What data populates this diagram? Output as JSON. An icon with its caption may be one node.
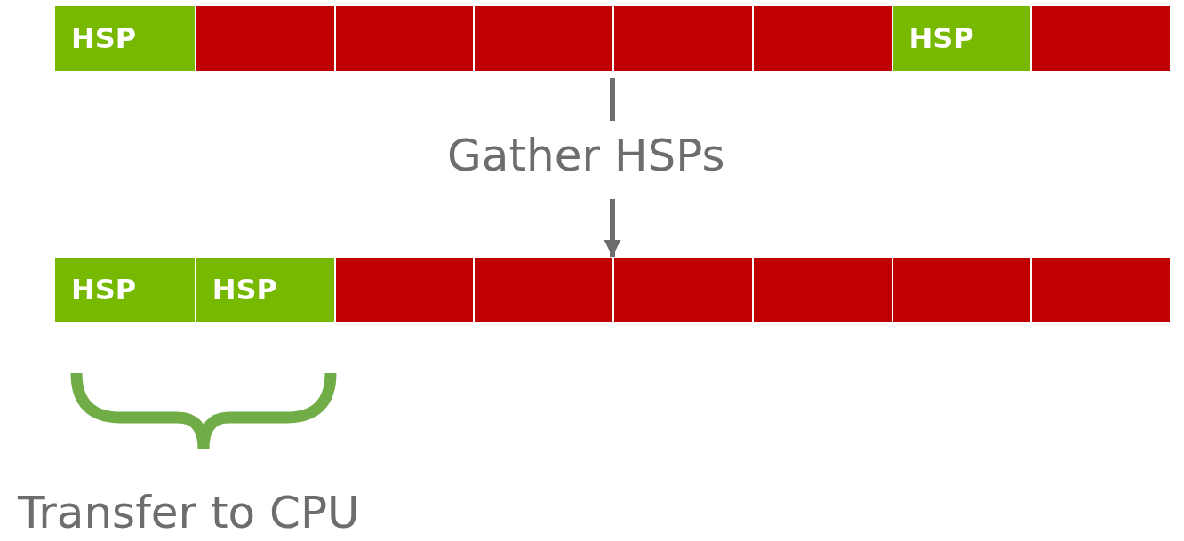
{
  "diagram": {
    "nodes": [
      {
        "text": [],
        "shape": "bar"
      },
      {
        "text": [
          "HSP"
        ],
        "in": 0
      },
      {
        "text": [],
        "shape": "box",
        "in": 0
      },
      {
        "text": [],
        "shape": "box",
        "in": 0
      },
      {
        "text": [],
        "shape": "box",
        "in": 0
      },
      {
        "text": [],
        "shape": "box",
        "in": 0
      },
      {
        "text": [],
        "shape": "box",
        "in": 0
      },
      {
        "text": [
          "HSP"
        ],
        "in": 0
      },
      {
        "text": [],
        "shape": "box",
        "in": 0
      },
      {
        "text": [],
        "shape": "bar"
      },
      {
        "text": [
          "HSP"
        ],
        "in": 9
      },
      {
        "text": [
          "HSP"
        ],
        "in": 9
      },
      {
        "text": [],
        "shape": "box",
        "in": 9
      },
      {
        "text": [],
        "shape": "box",
        "in": 9
      },
      {
        "text": [],
        "shape": "box",
        "in": 9
      },
      {
        "text": [],
        "shape": "box",
        "in": 9
      },
      {
        "text": [],
        "shape": "box",
        "in": 9
      },
      {
        "text": [],
        "shape": "box",
        "in": 9
      }
    ],
    "edges": [
      {
        "from": 0,
        "to": 9,
        "arrow": "to",
        "label": "Gather HSPs"
      }
    ],
    "labels": [
      "Transfer to CPU"
    ]
  }
}
